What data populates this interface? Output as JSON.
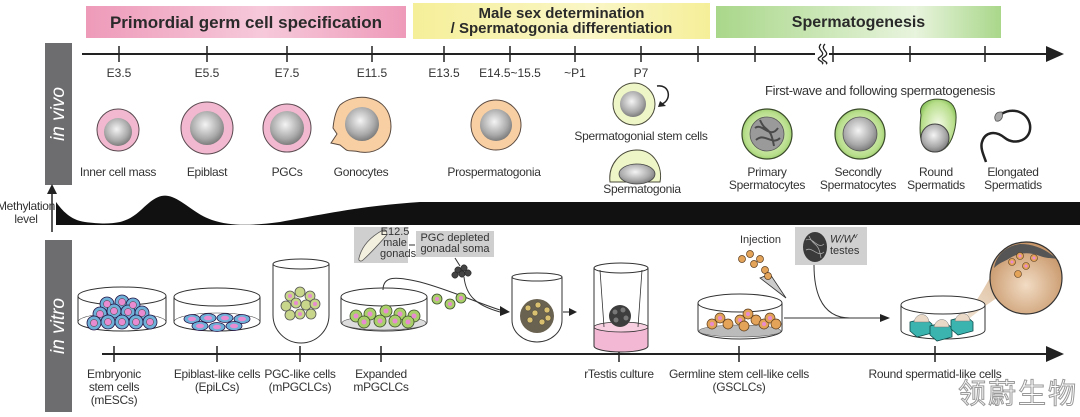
{
  "phases": [
    {
      "label": "Primordial germ cell specification",
      "color": "#ee9ab9"
    },
    {
      "label_line1": "Male sex determination",
      "label_line2": "/ Spermatogonia differentiation",
      "color": "#f5ef99"
    },
    {
      "label": "Spermatogenesis",
      "color": "#a9d78a"
    }
  ],
  "in_vivo": {
    "section_label": "in vivo",
    "timepoints": [
      "E3.5",
      "E5.5",
      "E7.5",
      "E11.5",
      "E13.5",
      "E14.5~15.5",
      "~P1",
      "P7"
    ],
    "cells": [
      {
        "label": "Inner cell mass"
      },
      {
        "label": "Epiblast"
      },
      {
        "label": "PGCs"
      },
      {
        "label": "Gonocytes"
      },
      {
        "label": "Prospermatogonia"
      },
      {
        "label": "Spermatogonial stem cells"
      },
      {
        "label": "Spermatogonia"
      }
    ],
    "spermatogenesis_caption": "First-wave and following spermatogenesis",
    "spermatogenesis_cells": [
      {
        "line1": "Primary",
        "line2": "Spermatocytes"
      },
      {
        "line1": "Secondly",
        "line2": "Spermatocytes"
      },
      {
        "line1": "Round",
        "line2": "Spermatids"
      },
      {
        "line1": "Elongated",
        "line2": "Spermatids"
      }
    ]
  },
  "methylation": {
    "label_line1": "Methylation",
    "label_line2": "level"
  },
  "in_vitro": {
    "section_label": "in vitro",
    "annotations": {
      "gonad_line1": "E12.5",
      "gonad_line2": "male",
      "gonad_line3": "gonads",
      "soma_line1": "PGC depleted",
      "soma_line2": "gonadal soma",
      "injection": "Injection",
      "testes_line1": "W/W",
      "testes_sup": "v",
      "testes_line2": "testes"
    },
    "stages": [
      {
        "line1": "Embryonic",
        "line2": "stem cells",
        "line3": "(mESCs)"
      },
      {
        "line1": "Epiblast-like cells",
        "line2": "(EpiLCs)"
      },
      {
        "line1": "PGC-like cells",
        "line2": "(mPGCLCs)"
      },
      {
        "line1": "Expanded",
        "line2": "mPGCLCs"
      },
      {
        "line1": "rTestis culture"
      },
      {
        "line1": "Germline stem cell-like cells",
        "line2": "(GSCLCs)"
      },
      {
        "line1": "Round spermatid-like cells"
      }
    ]
  },
  "watermark": "领蔚生物"
}
